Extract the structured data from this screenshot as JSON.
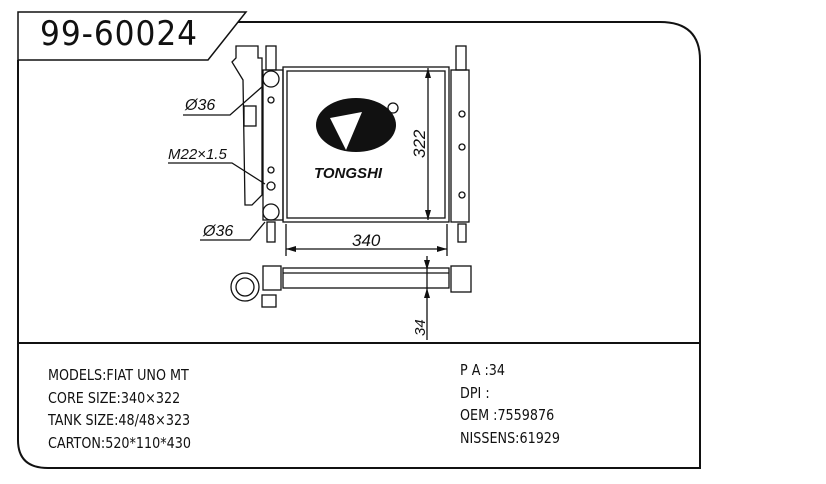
{
  "title": "99-60024",
  "drawing": {
    "brand": "TONGSHI",
    "dim_inlet": "Ø36",
    "dim_outlet": "Ø36",
    "dim_thread": "M22×1.5",
    "dim_height": "322",
    "dim_width": "340",
    "dim_thickness": "34"
  },
  "specs_left": [
    "MODELS:FIAT UNO  MT",
    "CORE SIZE:340×322",
    "TANK SIZE:48/48×323",
    "CARTON:520*110*430"
  ],
  "specs_right": [
    "P A :34",
    "DPI :",
    "OEM :7559876",
    "NISSENS:61929"
  ]
}
